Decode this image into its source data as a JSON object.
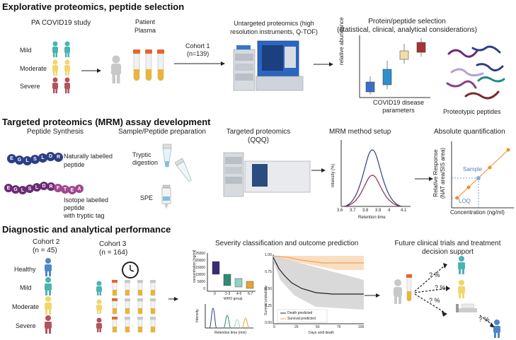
{
  "section1": {
    "title": "Explorative proteomics, peptide selection",
    "study_label": "PA COVID19 study",
    "groups": [
      "Mild",
      "Moderate",
      "Severe"
    ],
    "patient_plasma": "Patient\nPlasma",
    "cohort1_label": "Cohort 1",
    "cohort1_n": "(n=139)",
    "untargeted_label": "Untargeted proteomics (high\nresolution instruments,  Q-TOF)",
    "selection_label": "Protein/peptide selection\n(statistical, clinical, analytical considerations)",
    "boxplot_ylabel": "relative abundance",
    "boxplot_xlabel": "COVID19 disease\nparameters",
    "proteotypic_label": "Proteotypic peptides"
  },
  "section2": {
    "title": "Targeted proteomics (MRM) assay development",
    "peptide_synthesis": "Peptide Synthesis",
    "sample_prep": "Sample/Peptide preparation",
    "targeted_label": "Targeted proteomics\n(QQQ)",
    "mrm_label": "MRM method setup",
    "absolute_label": "Absolute quantification",
    "natural_label": "Naturally labelled\npeptide",
    "isotope_label": "Isotope labelled\npeptide\nwith tryptic tag",
    "tryptic_label": "Tryptic\ndigestion",
    "spe_label": "SPE",
    "natural_beads": [
      "E",
      "G",
      "L",
      "S",
      "L",
      "D",
      "R"
    ],
    "isotope_beads": [
      "E",
      "G",
      "L",
      "S",
      "L",
      "D",
      "R",
      "F",
      "T",
      "E",
      "A"
    ],
    "mrm_chart": {
      "ylabel": "Intensity (%)",
      "xlabel": "Retention time",
      "xticks": [
        "3.6",
        "3.7",
        "3.8",
        "3.9",
        "4",
        "4.1"
      ]
    },
    "quant_chart": {
      "ylabel": "Relative Response\n(NAT area/SIS area)",
      "xlabel": "Concentration (ng/ml)",
      "sample_label": "Sample",
      "loq_label": "LOQ"
    }
  },
  "section3": {
    "title": "Diagnostic and analytical performance",
    "cohort2_label": "Cohort 2",
    "cohort2_n": "(n = 45)",
    "cohort3_label": "Cohort 3",
    "cohort3_n": "(n = 164)",
    "groups": [
      "Healthy",
      "Mild",
      "Moderate",
      "Severe"
    ],
    "severity_label": "Severity classification and outcome prediction",
    "future_label": "Future clinical trials and treatment\ndecision support",
    "q_marks": [
      "? %",
      "? %",
      "? %",
      "? %"
    ],
    "violin_chart": {
      "ylabel": "concentration [ng/ml]",
      "xlabel": "WHO group",
      "yticks": [
        "25000",
        "20000",
        "15000",
        "10000",
        "5000",
        "0"
      ],
      "xticks": [
        "0",
        "1-3",
        "4-5",
        "6-7"
      ],
      "colors": [
        "#3b2a78",
        "#2f8c73",
        "#8fd3c4",
        "#e7a23a"
      ]
    },
    "intensity_chart": {
      "ylabel": "Intensity",
      "xlabel": "Retention time (min)"
    },
    "survival_chart": {
      "ylabel": "Survival probability",
      "xlabel": "Days until death",
      "yticks": [
        "1.00",
        "0.75",
        "0.50",
        "0.25",
        "0.00"
      ],
      "xticks": [
        "0",
        "25",
        "50",
        "75",
        "100"
      ],
      "legend": [
        "Death predicted",
        "Survival predicted"
      ],
      "colors": [
        "#222222",
        "#f4a259"
      ]
    }
  },
  "colors": {
    "mild": "#4bb3b0",
    "moderate": "#f2d66b",
    "severe": "#b0545e",
    "healthy": "#4f86c6",
    "bead_blue": "#2c3f86",
    "bead_purple": "#6b2b73",
    "accent_orange": "#f08c2a"
  }
}
